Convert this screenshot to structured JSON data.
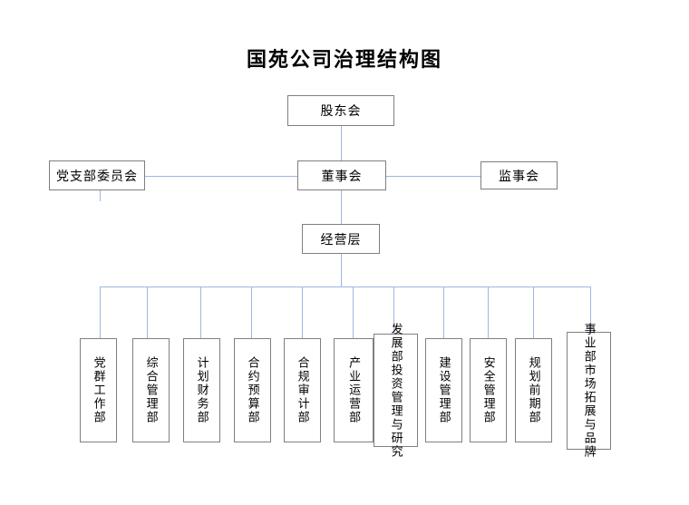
{
  "title": "国苑公司治理结构图",
  "theme": {
    "box_border": "#7f7f7f",
    "connector": "#9db7e0",
    "background": "#ffffff",
    "text": "#000000"
  },
  "governance": {
    "shareholders": "股东会",
    "board": "董事会",
    "party_committee": "党支部委员会",
    "supervisors": "监事会",
    "management": "经营层"
  },
  "departments": [
    {
      "label": "党群工作部",
      "columns": [
        "党群工作部"
      ],
      "tall": false
    },
    {
      "label": "综合管理部",
      "columns": [
        "综合管理部"
      ],
      "tall": false
    },
    {
      "label": "计划财务部",
      "columns": [
        "计划财务部"
      ],
      "tall": false
    },
    {
      "label": "合约预算部",
      "columns": [
        "合约预算部"
      ],
      "tall": false
    },
    {
      "label": "合规审计部",
      "columns": [
        "合规审计部"
      ],
      "tall": false
    },
    {
      "label": "产业运营部",
      "columns": [
        "产业运营部"
      ],
      "tall": false
    },
    {
      "label": "投资管理与研究发展部",
      "columns": [
        "投资管理与研究",
        "发展部"
      ],
      "tall": true
    },
    {
      "label": "建设管理部",
      "columns": [
        "建设管理部"
      ],
      "tall": false
    },
    {
      "label": "安全管理部",
      "columns": [
        "安全管理部"
      ],
      "tall": false
    },
    {
      "label": "规划前期部",
      "columns": [
        "规划前期部"
      ],
      "tall": false
    },
    {
      "label": "市场拓展与品牌事业部",
      "columns": [
        "市场拓展与品牌",
        "事业部"
      ],
      "tall": true
    }
  ],
  "chart_data": {
    "type": "diagram",
    "title": "国苑公司治理结构图",
    "levels": [
      {
        "level": 1,
        "nodes": [
          "股东会"
        ]
      },
      {
        "level": 2,
        "nodes": [
          "党支部委员会",
          "董事会",
          "监事会"
        ]
      },
      {
        "level": 3,
        "nodes": [
          "经营层"
        ]
      },
      {
        "level": 4,
        "nodes": [
          "党群工作部",
          "综合管理部",
          "计划财务部",
          "合约预算部",
          "合规审计部",
          "产业运营部",
          "投资管理与研究发展部",
          "建设管理部",
          "安全管理部",
          "规划前期部",
          "市场拓展与品牌事业部"
        ]
      }
    ],
    "edges": [
      {
        "from": "股东会",
        "to": "董事会"
      },
      {
        "from": "党支部委员会",
        "to": "董事会"
      },
      {
        "from": "董事会",
        "to": "监事会"
      },
      {
        "from": "董事会",
        "to": "经营层"
      },
      {
        "from": "经营层",
        "to": "党群工作部"
      },
      {
        "from": "经营层",
        "to": "综合管理部"
      },
      {
        "from": "经营层",
        "to": "计划财务部"
      },
      {
        "from": "经营层",
        "to": "合约预算部"
      },
      {
        "from": "经营层",
        "to": "合规审计部"
      },
      {
        "from": "经营层",
        "to": "产业运营部"
      },
      {
        "from": "经营层",
        "to": "投资管理与研究发展部"
      },
      {
        "from": "经营层",
        "to": "建设管理部"
      },
      {
        "from": "经营层",
        "to": "安全管理部"
      },
      {
        "from": "经营层",
        "to": "规划前期部"
      },
      {
        "from": "经营层",
        "to": "市场拓展与品牌事业部"
      }
    ]
  }
}
